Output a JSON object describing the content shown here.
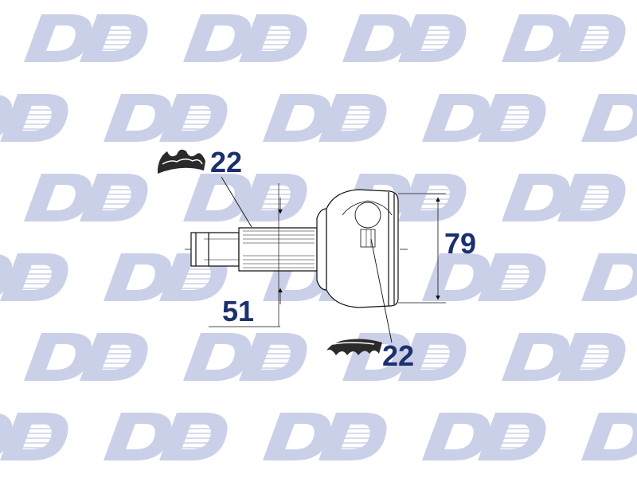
{
  "colors": {
    "watermark": "#c9cee8",
    "drawing_line": "#111111",
    "dimension_text": "#1c2f6e"
  },
  "watermark": {
    "icon": "dp-logo-watermark"
  },
  "dimensions": {
    "outer_spline_teeth": "22",
    "outer_diameter": "79",
    "shaft_length": "51",
    "inner_spline_teeth": "22"
  },
  "icons": {
    "outer_teeth": "gear-teeth-outer-icon",
    "inner_teeth": "gear-teeth-inner-icon"
  }
}
